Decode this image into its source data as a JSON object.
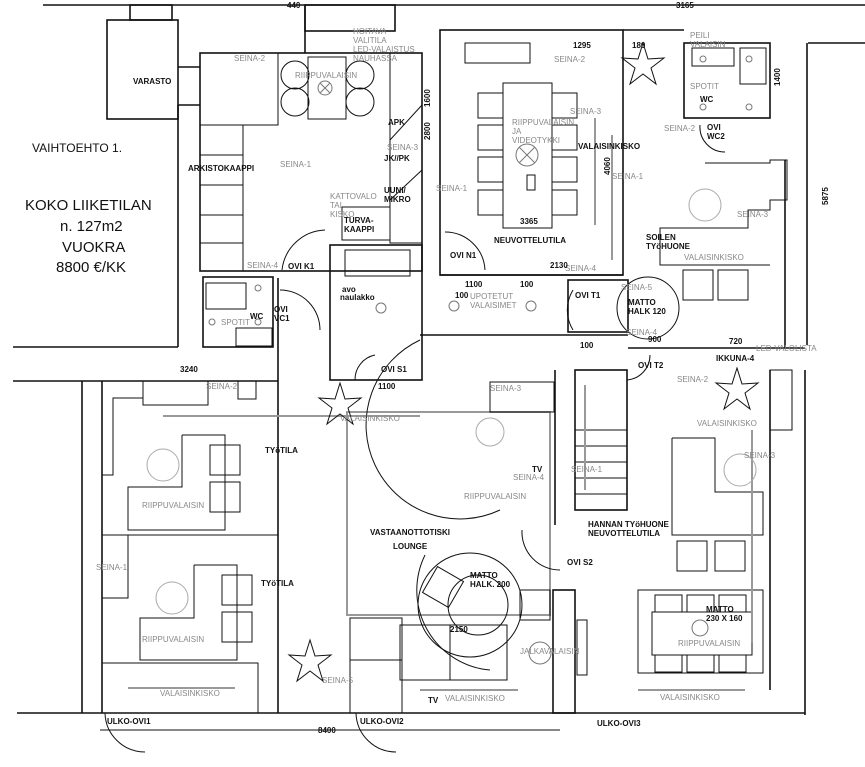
{
  "info": {
    "option": "VAIHTOEHTO 1.",
    "line1": "KOKO LIIKETILAN",
    "line2": "n. 127m2",
    "line3": "VUOKRA",
    "line4": "8800 €/KK"
  },
  "rooms": {
    "varasto": "VARASTO",
    "arkistokaappi": "ARKISTOKAAPPI",
    "neuvottelutila": "NEUVOTTELUTILA",
    "soilen1": "SOILEN",
    "soilen2": "TYöHUONE",
    "vastaanotto1": "VASTAANOTTOTISKI",
    "vastaanotto2": "LOUNGE",
    "hannan1": "HANNAN TYöHUONE",
    "hannan2": "NEUVOTTELUTILA",
    "tyotila1": "TYöTILA",
    "tyotila2": "TYöTILA",
    "wc1": "WC",
    "wc2": "WC"
  },
  "fixtures": {
    "apk": "APK",
    "jk_pk": "JK//PK",
    "uuni1": "UUNI/",
    "uuni2": "MIKRO",
    "turva1": "TURVA-",
    "turva2": "KAAPPI",
    "avo1": "avo",
    "avo2": "naulakko",
    "tv1": "TV",
    "tv2": "TV",
    "matto120a": "MATTO",
    "matto120b": "HALK 120",
    "matto200a": "MATTO",
    "matto200b": "HALK. 200",
    "matto230a": "MATTO",
    "matto230b": "230 X 160"
  },
  "doors": {
    "ovi_k1": "OVI K1",
    "ovi_vc1a": "OVI",
    "ovi_vc1b": "VC1",
    "ovi_n1": "OVI N1",
    "ovi_s1": "OVI S1",
    "ovi_t1": "OVI T1",
    "ovi_t2": "OVI T2",
    "ovi_wc2a": "OVI",
    "ovi_wc2b": "WC2",
    "ovi_s2": "OVI S2",
    "ulko1": "ULKO-OVI1",
    "ulko2": "ULKO-OVI2",
    "ulko3": "ULKO-OVI3",
    "ikkuna": "IKKUNA-4"
  },
  "lighting": {
    "hoitava1": "HOITAVA",
    "hoitava2": "VALITILA",
    "hoitava3": "LED-VALAISTUS",
    "hoitava4": "NAUHASSA",
    "riippu_kitchen": "RIIPPUVALAISIN",
    "riippu_meet1": "RIIPPUVALAISIN",
    "riippu_meet2": "JA",
    "riippu_meet3": "VIDEOTYKKI",
    "kattovalo1": "KATTOVALO",
    "kattovalo2": "TAI",
    "kattovalo3": "KISKO",
    "spotit1": "SPOTIT",
    "spotit2": "SPOTIT",
    "peili1": "PEILI",
    "peili2": "VALAISIN",
    "upotetut1": "UPOTETUT",
    "upotetut2": "VALAISIMET",
    "kisko_meet": "VALAISINKISKO",
    "kisko_soile": "VALAISINKISKO",
    "kisko_lounge_top": "VALAISINKISKO",
    "kisko_left": "VALAISINKISKO",
    "kisko_tv": "VALAISINKISKO",
    "kisko_right": "VALAISINKISKO",
    "kisko_hanna": "VALAISINKISKO",
    "led_valolista": "LED-VALOLISTA",
    "riippu_w1": "RIIPPUVALAISIN",
    "riippu_w2": "RIIPPUVALAISIN",
    "riippu_lounge": "RIIPPUVALAISIN",
    "riippu_dining": "RIIPPUVALAISIN",
    "jalka": "JALKAVALAISIN"
  },
  "walls": {
    "k_s2": "SEINA-2",
    "k_s1": "SEINA-1",
    "k_s4": "SEINA-4",
    "k_s3": "SEINA-3",
    "m_s2": "SEINA-2",
    "m_s3": "SEINA-3",
    "m_s1": "SEINA-1",
    "m_s4": "SEINA-4",
    "r_s1": "SEINA-1",
    "r_s2": "SEINA-2",
    "r_s3": "SEINA-3",
    "r_s5": "SEINA-5",
    "r_s4": "SEINA-4",
    "w_s2": "SEINA-2",
    "w_s1": "SEINA-1",
    "l_s3": "SEINA-3",
    "l_s4": "SEINA-4",
    "l_s5": "SEINA-5",
    "st_s1": "SEINA-1",
    "h_s2": "SEINA-2",
    "h_s3": "SEINA-3"
  },
  "dimensions": {
    "d440": "440",
    "d3165": "3165",
    "d1295": "1295",
    "d180": "180",
    "d1400": "1400",
    "d1600": "1600",
    "d2800": "2800",
    "d4060": "4060",
    "d3365": "3365",
    "d2130": "2130",
    "d1100a": "1100",
    "d100a": "100",
    "d100b": "100",
    "d100c": "100",
    "d900": "900",
    "d720": "720",
    "d5875": "5875",
    "d3240": "3240",
    "d1100b": "1100",
    "d2150": "2150",
    "d8400": "8400"
  }
}
